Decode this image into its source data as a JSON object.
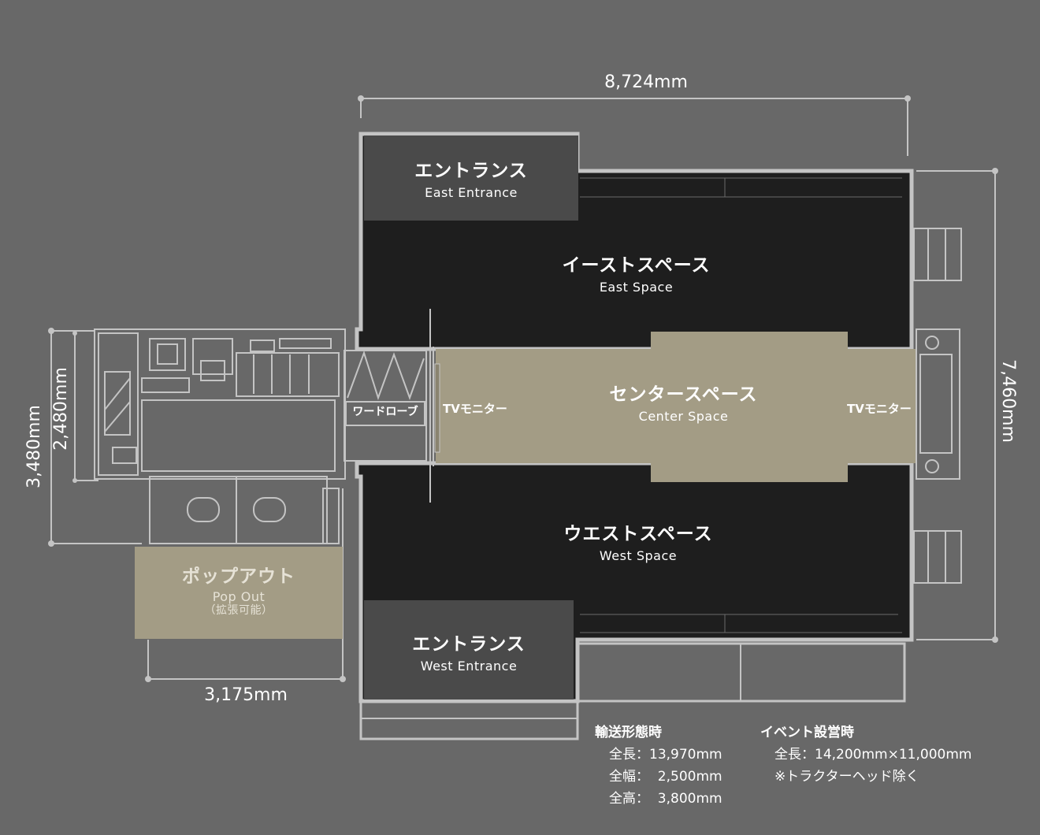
{
  "rooms": {
    "east_entrance": {
      "jp": "エントランス",
      "en": "East Entrance"
    },
    "east_space": {
      "jp": "イーストスペース",
      "en": "East Space"
    },
    "center_space": {
      "jp": "センタースペース",
      "en": "Center Space"
    },
    "west_space": {
      "jp": "ウエストスペース",
      "en": "West Space"
    },
    "west_entrance": {
      "jp": "エントランス",
      "en": "West Entrance"
    },
    "pop_out": {
      "jp": "ポップアウト",
      "en": "Pop Out",
      "note": "（拡張可能）"
    },
    "wardrobe": "ワードローブ",
    "tv_left": "TVモニター",
    "tv_right": "TVモニター"
  },
  "dimensions": {
    "total_width": "8,724mm",
    "total_depth": "7,460mm",
    "outer_left": "3,480mm",
    "inner_left": "2,480mm",
    "popout_width": "3,175mm"
  },
  "specs": {
    "transport": {
      "title": "輸送形態時",
      "rows": [
        "全長：13,970mm",
        "全幅：  2,500mm",
        "全高：  3,800mm"
      ]
    },
    "event": {
      "title": "イベント設営時",
      "rows": [
        "全長：14,200mm×11,000mm",
        "※トラクターヘッド除く"
      ]
    }
  },
  "colors": {
    "background": "#686868",
    "space_fill": "#1e1e1e",
    "entrance_fill": "#4a4a4a",
    "center_fill": "#a39c85",
    "wall_line": "#c4c4c4"
  }
}
